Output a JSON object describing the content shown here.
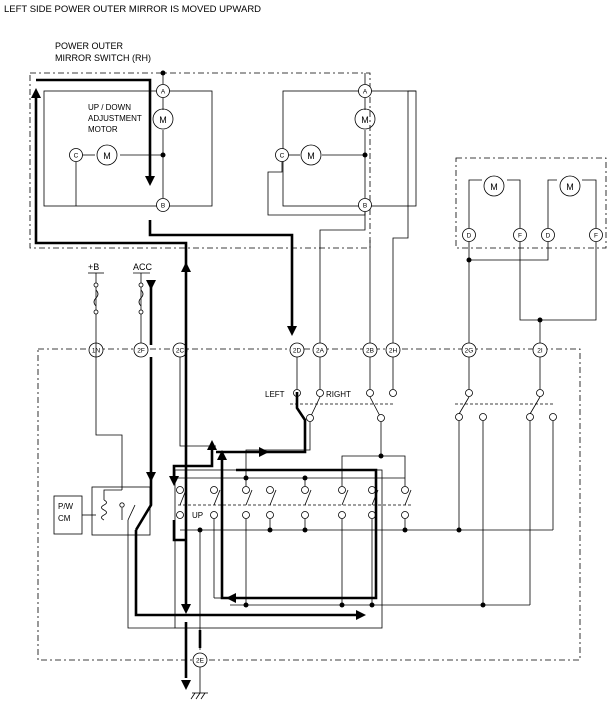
{
  "title": "LEFT SIDE POWER OUTER MIRROR IS MOVED UPWARD",
  "switch_label": [
    "POWER OUTER",
    "MIRROR SWITCH (RH)"
  ],
  "motor_label": [
    "UP / DOWN",
    "ADJUSTMENT",
    "MOTOR"
  ],
  "motor_symbol": "M",
  "terminal_letters": {
    "a": "A",
    "b": "B",
    "c": "C",
    "d": "D",
    "f": "F"
  },
  "power_labels": {
    "battery": "+B",
    "acc": "ACC"
  },
  "connector_pins": [
    "1N",
    "2F",
    "2C",
    "2D",
    "2A",
    "2B",
    "2H",
    "2G",
    "2I"
  ],
  "ground_pin": "2E",
  "switch_position_labels": {
    "left": "LEFT",
    "right": "RIGHT",
    "up": "UP"
  },
  "module_label": [
    "P/W",
    "CM"
  ]
}
